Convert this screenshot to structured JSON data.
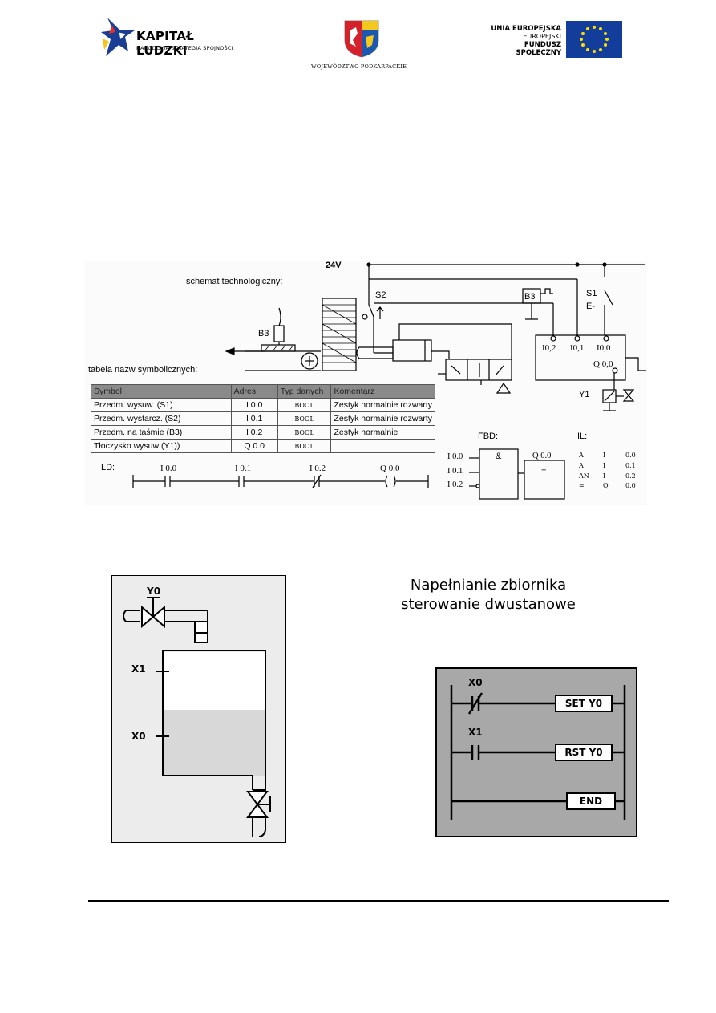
{
  "header": {
    "kl_title": "KAPITAŁ LUDZKI",
    "kl_subtitle": "NARODOWA STRATEGIA SPÓJNOŚCI",
    "voivodeship": "WOJEWÓDZTWO PODKARPACKIE",
    "eu_line1": "UNIA EUROPEJSKA",
    "eu_line2": "EUROPEJSKI",
    "eu_line3": "FUNDUSZ SPOŁECZNY"
  },
  "figure1": {
    "voltage": "24V",
    "schema_label": "schemat technologiczny:",
    "table_label": "tabela nazw symbolicznych:",
    "s2": "S2",
    "b3": "B3",
    "b3_box": "B3",
    "s1": "S1",
    "s1_sym": "E-",
    "io": [
      "I0,2",
      "I0,1",
      "I0,0",
      "Q 0,0"
    ],
    "y1": "Y1",
    "table": {
      "headers": [
        "Symbol",
        "Adres",
        "Typ danych",
        "Komentarz"
      ],
      "rows": [
        [
          "Przedm. wysuw.  (S1)",
          "I 0.0",
          "BOOL",
          "Zestyk normalnie rozwarty"
        ],
        [
          "Przedm. wystarcz.  (S2)",
          "I 0.1",
          "BOOL",
          "Zestyk normalnie rozwarty"
        ],
        [
          "Przedm. na taśmie (B3)",
          "I 0.2",
          "BOOL",
          "Zestyk normalnie"
        ],
        [
          "Tłoczysko wysuw (Y1))",
          "Q 0.0",
          "BOOL",
          ""
        ]
      ]
    },
    "ld": {
      "label": "LD:",
      "contacts": [
        "I 0.0",
        "I 0.1",
        "I 0.2",
        "Q 0.0"
      ]
    },
    "fbd": {
      "label": "FBD:",
      "inputs": [
        "I 0.0",
        "I 0.1",
        "I 0.2"
      ],
      "and_sym": "&",
      "output": "Q 0.0",
      "assign_sym": "="
    },
    "il": {
      "label": "IL:",
      "rows": [
        [
          "A",
          "I",
          "0.0"
        ],
        [
          "A",
          "I",
          "0.1"
        ],
        [
          "AN",
          "I",
          "0.2"
        ],
        [
          "=",
          "Q",
          "0.0"
        ]
      ]
    }
  },
  "figure2": {
    "title_line1": "Napełnianie zbiornika",
    "title_line2": "sterowanie dwustanowe",
    "tank_labels": {
      "valve": "Y0",
      "upper": "X1",
      "lower": "X0"
    },
    "ladder": {
      "contacts": [
        "X0",
        "X1"
      ],
      "coils": [
        "SET Y0",
        "RST Y0",
        "END"
      ]
    }
  },
  "colors": {
    "table_header": "#8a8a8a",
    "ladder_bg": "#a8a8a8",
    "tank_panel_bg": "#ececec",
    "eu_blue": "#123d9b",
    "eu_star": "#ffdd00"
  }
}
